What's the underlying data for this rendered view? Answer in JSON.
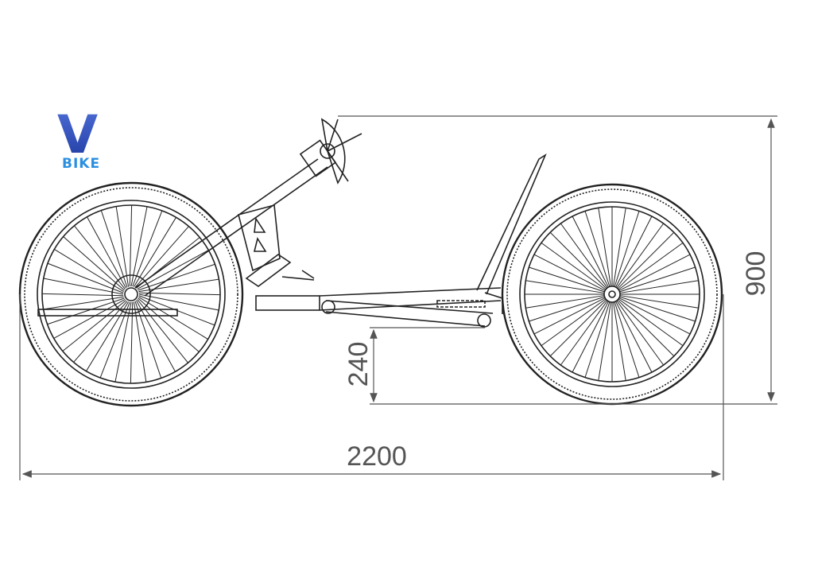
{
  "logo": {
    "letter": "V",
    "word": "BIKE",
    "colors": {
      "gradient_top": "#4f6fd8",
      "gradient_bottom": "#1e3aa0",
      "word": "#2b8fe0"
    }
  },
  "dimensions": {
    "length": "2200",
    "height": "900",
    "ground_clearance": "240"
  },
  "colors": {
    "lines": "#222222",
    "dimension_lines": "#555555",
    "background": "#ffffff"
  }
}
